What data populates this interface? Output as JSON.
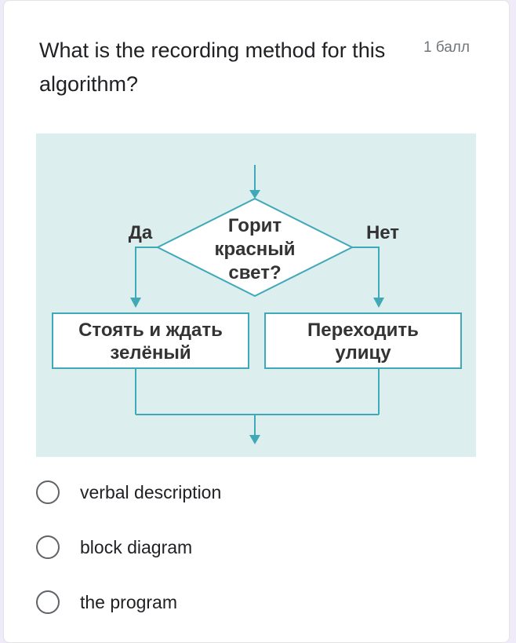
{
  "question": {
    "title": "What is the recording method for this algorithm?",
    "points": "1 балл"
  },
  "flowchart": {
    "condition_lines": [
      "Горит",
      "красный",
      "свет?"
    ],
    "yes_label": "Да",
    "no_label": "Нет",
    "yes_action_lines": [
      "Стоять и ждать",
      "зелёный"
    ],
    "no_action_lines": [
      "Переходить",
      "улицу"
    ],
    "colors": {
      "background": "#dceeee",
      "line": "#3fa9b8",
      "text": "#333333"
    }
  },
  "options": [
    {
      "label": "verbal description"
    },
    {
      "label": "block diagram"
    },
    {
      "label": "the program"
    }
  ]
}
